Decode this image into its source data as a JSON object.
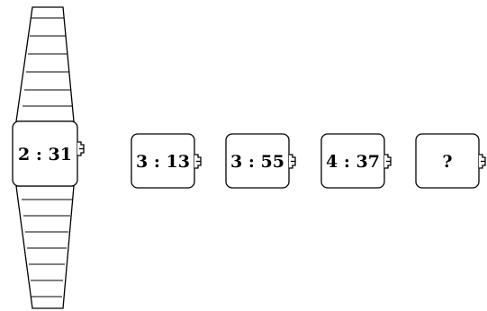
{
  "puzzle": {
    "strapped_watch": {
      "time": "2 : 31"
    },
    "watches": [
      {
        "time": "3 : 13"
      },
      {
        "time": "3 : 55"
      },
      {
        "time": "4 : 37"
      },
      {
        "time": "?"
      }
    ]
  }
}
